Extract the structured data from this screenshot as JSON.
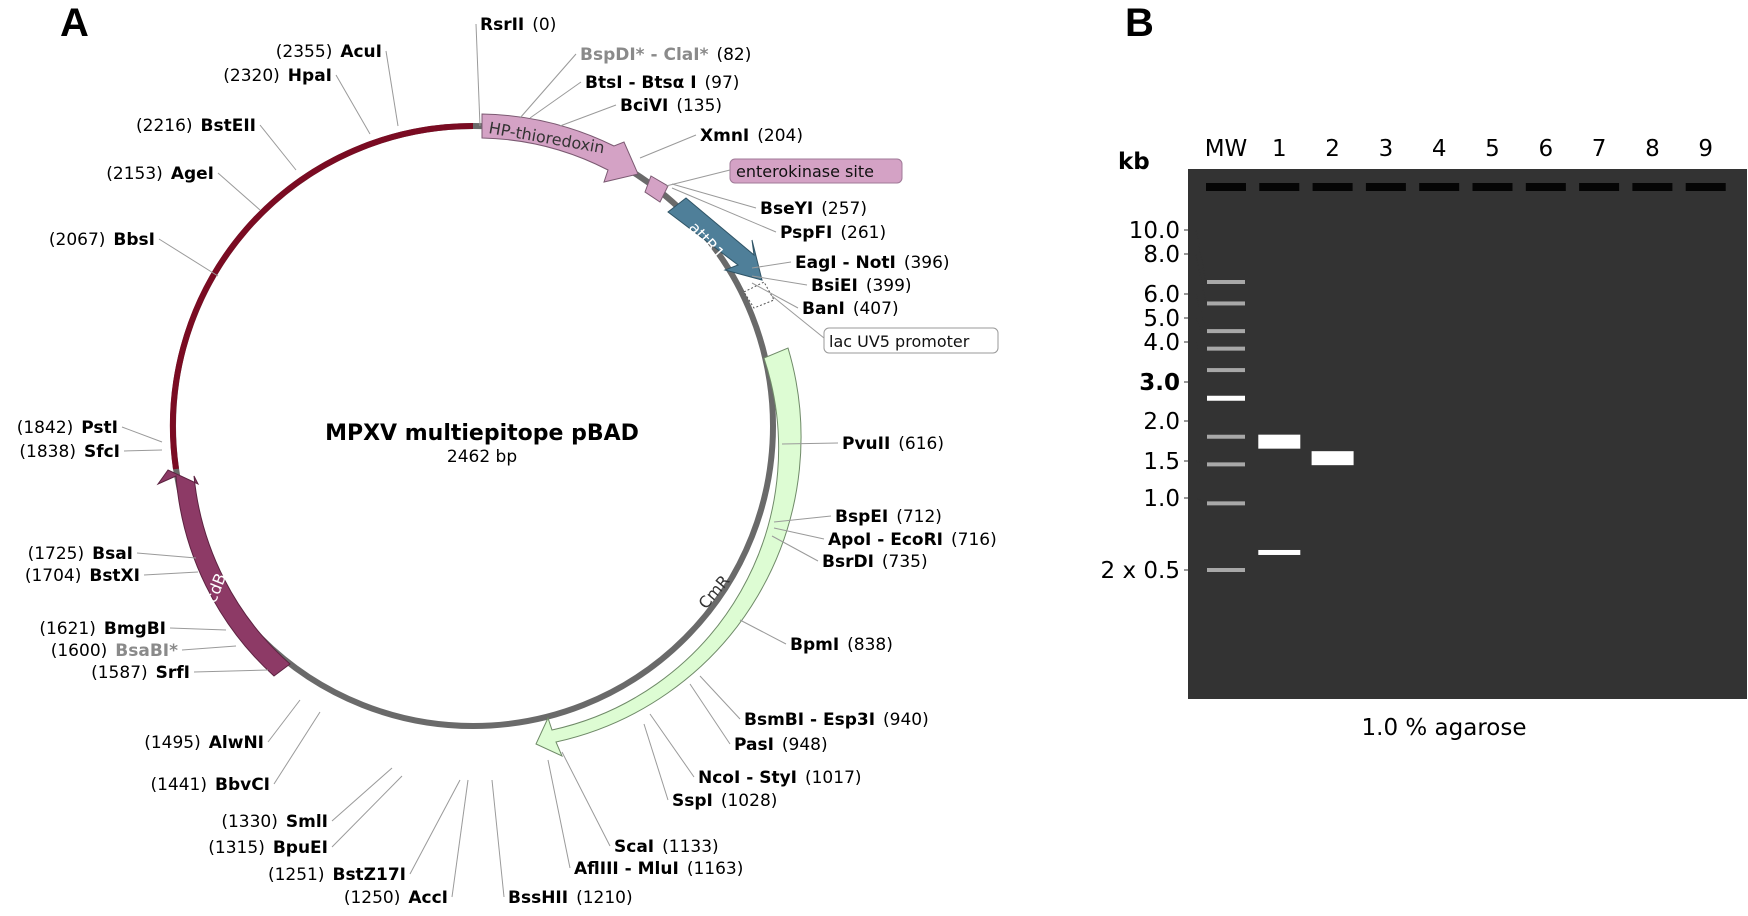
{
  "panel_a": {
    "letter": "A",
    "plasmid_name": "MPXV multiepitope pBAD",
    "plasmid_size": "2462 bp",
    "features": {
      "hp_thioredoxin": "HP-thioredoxin",
      "enterokinase_site": "enterokinase site",
      "attr1": "attR1",
      "lac_promoter": "lac UV5 promoter",
      "cmr": "CmR",
      "ccdb": "ccdB"
    },
    "sites": [
      {
        "name": "RsrII",
        "pos": "(0)",
        "side": "right"
      },
      {
        "name": "BspDI* - ClaI*",
        "pos": "(82)",
        "side": "right",
        "grey": true
      },
      {
        "name": "BtsI - Btsα I",
        "pos": "(97)",
        "side": "right"
      },
      {
        "name": "BciVI",
        "pos": "(135)",
        "side": "right"
      },
      {
        "name": "XmnI",
        "pos": "(204)",
        "side": "right"
      },
      {
        "name": "BseYI",
        "pos": "(257)",
        "side": "right"
      },
      {
        "name": "PspFI",
        "pos": "(261)",
        "side": "right"
      },
      {
        "name": "EagI - NotI",
        "pos": "(396)",
        "side": "right"
      },
      {
        "name": "BsiEI",
        "pos": "(399)",
        "side": "right"
      },
      {
        "name": "BanI",
        "pos": "(407)",
        "side": "right"
      },
      {
        "name": "PvuII",
        "pos": "(616)",
        "side": "right"
      },
      {
        "name": "BspEI",
        "pos": "(712)",
        "side": "right"
      },
      {
        "name": "ApoI - EcoRI",
        "pos": "(716)",
        "side": "right"
      },
      {
        "name": "BsrDI",
        "pos": "(735)",
        "side": "right"
      },
      {
        "name": "BpmI",
        "pos": "(838)",
        "side": "right"
      },
      {
        "name": "BsmBI - Esp3I",
        "pos": "(940)",
        "side": "right"
      },
      {
        "name": "PasI",
        "pos": "(948)",
        "side": "right"
      },
      {
        "name": "NcoI - StyI",
        "pos": "(1017)",
        "side": "right"
      },
      {
        "name": "SspI",
        "pos": "(1028)",
        "side": "right"
      },
      {
        "name": "ScaI",
        "pos": "(1133)",
        "side": "right"
      },
      {
        "name": "AflIII - MluI",
        "pos": "(1163)",
        "side": "right"
      },
      {
        "name": "BssHII",
        "pos": "(1210)",
        "side": "right"
      },
      {
        "name": "AccI",
        "pos": "(1250)",
        "side": "left"
      },
      {
        "name": "BstZ17I",
        "pos": "(1251)",
        "side": "left"
      },
      {
        "name": "BpuEI",
        "pos": "(1315)",
        "side": "left"
      },
      {
        "name": "SmlI",
        "pos": "(1330)",
        "side": "left"
      },
      {
        "name": "BbvCI",
        "pos": "(1441)",
        "side": "left"
      },
      {
        "name": "AlwNI",
        "pos": "(1495)",
        "side": "left"
      },
      {
        "name": "SrfI",
        "pos": "(1587)",
        "side": "left"
      },
      {
        "name": "BsaBI*",
        "pos": "(1600)",
        "side": "left",
        "grey": true
      },
      {
        "name": "BmgBI",
        "pos": "(1621)",
        "side": "left"
      },
      {
        "name": "BstXI",
        "pos": "(1704)",
        "side": "left"
      },
      {
        "name": "BsaI",
        "pos": "(1725)",
        "side": "left"
      },
      {
        "name": "SfcI",
        "pos": "(1838)",
        "side": "left"
      },
      {
        "name": "PstI",
        "pos": "(1842)",
        "side": "left"
      },
      {
        "name": "BbsI",
        "pos": "(2067)",
        "side": "left"
      },
      {
        "name": "AgeI",
        "pos": "(2153)",
        "side": "left"
      },
      {
        "name": "BstEII",
        "pos": "(2216)",
        "side": "left"
      },
      {
        "name": "HpaI",
        "pos": "(2320)",
        "side": "left"
      },
      {
        "name": "AcuI",
        "pos": "(2355)",
        "side": "left"
      }
    ]
  },
  "panel_b": {
    "letter": "B",
    "kb_label": "kb",
    "lanes": [
      "MW",
      "1",
      "2",
      "3",
      "4",
      "5",
      "6",
      "7",
      "8",
      "9"
    ],
    "marker_sizes": [
      {
        "label": "10.0",
        "kb": 10.0
      },
      {
        "label": "8.0",
        "kb": 8.0
      },
      {
        "label": "6.0",
        "kb": 6.0
      },
      {
        "label": "5.0",
        "kb": 5.0
      },
      {
        "label": "4.0",
        "kb": 4.0
      },
      {
        "label": "3.0",
        "kb": 3.0,
        "bold": true
      },
      {
        "label": "2.0",
        "kb": 2.0
      },
      {
        "label": "1.5",
        "kb": 1.5
      },
      {
        "label": "1.0",
        "kb": 1.0
      },
      {
        "label": "2 x 0.5",
        "kb": 0.5
      }
    ],
    "sample_bands": [
      {
        "lane": "1",
        "kb": [
          1.9,
          0.6
        ]
      },
      {
        "lane": "2",
        "kb": [
          1.6
        ]
      }
    ],
    "caption": "1.0 % agarose",
    "gel_color": "#333333"
  }
}
